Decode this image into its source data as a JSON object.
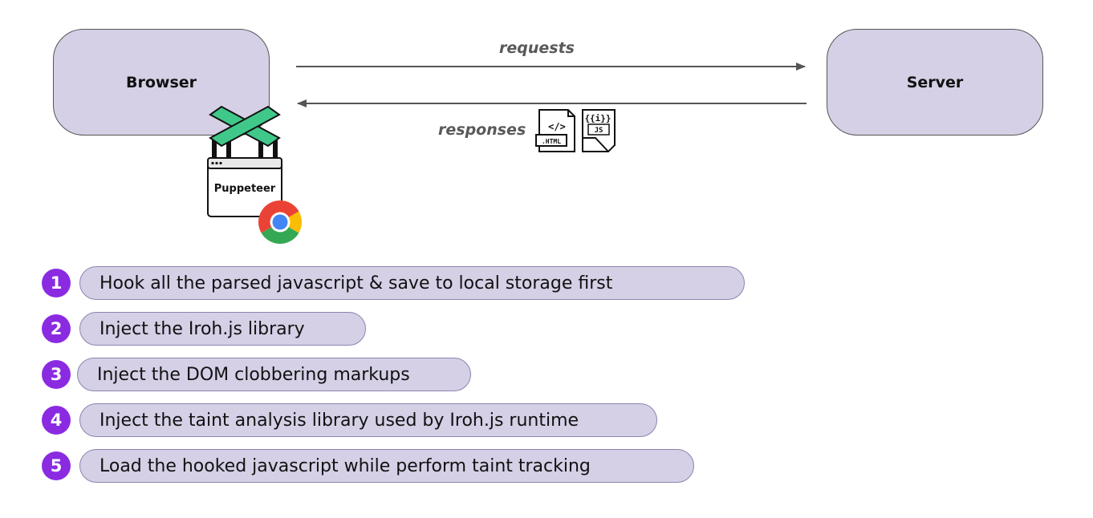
{
  "nodes": {
    "browser": "Browser",
    "server": "Server"
  },
  "edges": {
    "requests": "requests",
    "responses": "responses"
  },
  "puppeteer": {
    "label": "Puppeteer"
  },
  "files": {
    "html_tag": "</>",
    "html_label": ".HTML",
    "js_tag": "{{i}}",
    "js_label": "JS"
  },
  "steps": [
    {
      "num": "1",
      "text": "Hook all the parsed javascript & save to local storage first"
    },
    {
      "num": "2",
      "text": "Inject the Iroh.js library"
    },
    {
      "num": "3",
      "text": "Inject the DOM clobbering markups"
    },
    {
      "num": "4",
      "text": "Inject the taint analysis library used by Iroh.js runtime"
    },
    {
      "num": "5",
      "text": "Load the hooked javascript while perform taint tracking"
    }
  ],
  "colors": {
    "node_fill": "#d5d0e6",
    "step_badge": "#8a2be2",
    "puppeteer_green": "#40c88a",
    "arrow": "#555555"
  }
}
